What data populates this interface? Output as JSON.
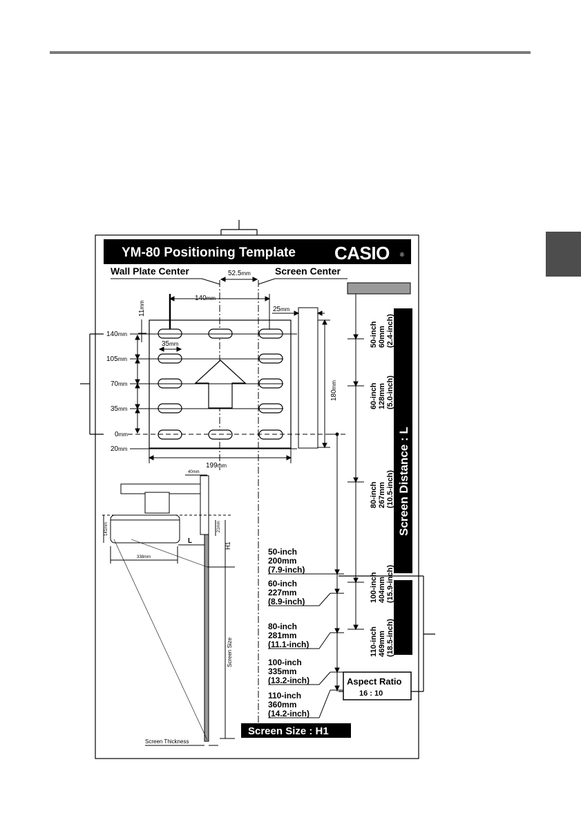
{
  "template": {
    "title": "YM-80  Positioning Template",
    "brand": "CASIO",
    "brand_mark": "®",
    "wall_plate_center": "Wall Plate Center",
    "screen_center": "Screen Center",
    "offset_label": "52.5",
    "offset_unit": "mm",
    "width_140": "140",
    "unit_mm": "mm",
    "dim_25": "25",
    "dim_11": "11",
    "dim_35": "35",
    "dim_180": "180",
    "dim_199": "199",
    "heights": [
      "140",
      "105",
      "70",
      "35",
      "0",
      "20"
    ],
    "screen_distance_title": "Screen Distance : L",
    "screen_size_title": "Screen Size : H1",
    "aspect_ratio_label": "Aspect Ratio",
    "aspect_ratio_value": "16 : 10"
  },
  "distances": [
    {
      "size": "50-inch",
      "mm": "60mm",
      "inch": "(2.4-inch)"
    },
    {
      "size": "60-inch",
      "mm": "128mm",
      "inch": "(5.0-inch)"
    },
    {
      "size": "80-inch",
      "mm": "267mm",
      "inch": "(10.5-inch)"
    },
    {
      "size": "100-inch",
      "mm": "404mm",
      "inch": "(15.9-inch)"
    },
    {
      "size": "110-inch",
      "mm": "469mm",
      "inch": "(18.5-inch)"
    }
  ],
  "heights_h1": [
    {
      "size": "50-inch",
      "mm": "200mm",
      "inch": "(7.9-inch)"
    },
    {
      "size": "60-inch",
      "mm": "227mm",
      "inch": "(8.9-inch)"
    },
    {
      "size": "80-inch",
      "mm": "281mm",
      "inch": "(11.1-inch)"
    },
    {
      "size": "100-inch",
      "mm": "335mm",
      "inch": "(13.2-inch)"
    },
    {
      "size": "110-inch",
      "mm": "360mm",
      "inch": "(14.2-inch)"
    }
  ],
  "side_view": {
    "dim_40": "40",
    "dim_21": "21",
    "dim_141": "141",
    "dim_338": "338",
    "label_L": "L",
    "label_H1": "H1",
    "screen_size": "Screen Size",
    "screen_thickness": "Screen Thickness"
  }
}
